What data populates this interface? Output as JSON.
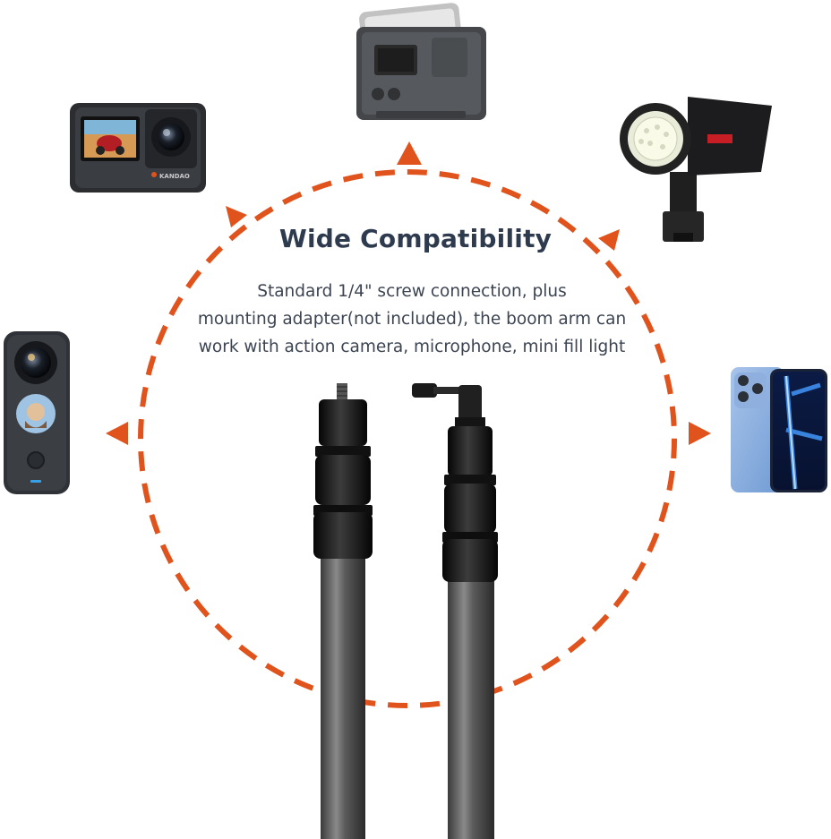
{
  "heading": "Wide Compatibility",
  "description": [
    "Standard 1/4\" screw connection, plus",
    "mounting adapter(not included), the boom arm can",
    "work with action camera, microphone, mini fill light"
  ],
  "camera_screen_brand": "KANDAO",
  "colors": {
    "accent_orange": "#e0531d",
    "heading_navy": "#2e3a4e",
    "phone_blue": "#5b8fd6"
  },
  "devices": [
    "action-camera",
    "led-fill-light",
    "studio-spotlight",
    "360-camera",
    "smartphone"
  ]
}
